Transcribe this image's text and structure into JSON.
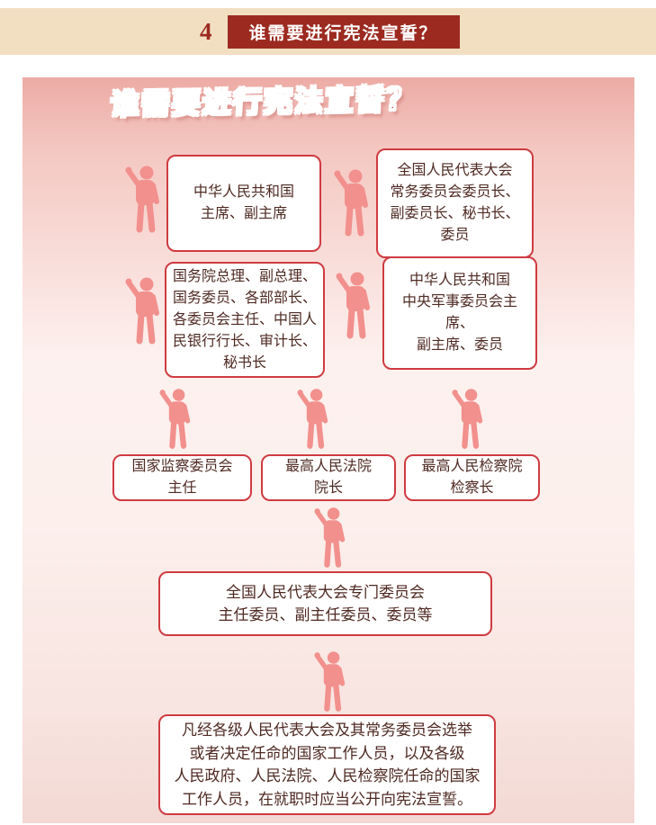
{
  "header": {
    "number": "4",
    "title": "谁需要进行宪法宣誓？"
  },
  "poster": {
    "title": "谁需要进行宪法宣誓？",
    "boxes": {
      "president": "中华人民共和国\n主席、副主席",
      "npc_standing_committee": "全国人民代表大会\n常务委员会委员长、\n副委员长、秘书长、\n委员",
      "state_council": "国务院总理、副总理、\n国务委员、各部部长、\n各委员会主任、中国人\n民银行行长、审计长、\n秘书长",
      "central_military_commission": "中华人民共和国\n中央军事委员会主席、\n副主席、委员",
      "supervisory_commission": "国家监察委员会\n主任",
      "supreme_court": "最高人民法院\n院长",
      "supreme_procuratorate": "最高人民检察院\n检察长",
      "special_committees": "全国人民代表大会专门委员会\n主任委员、副主任委员、委员等",
      "general_rule": "凡经各级人民代表大会及其常务委员会选举\n或者决定任命的国家工作人员，以及各级\n人民政府、人民法院、人民检察院任命的国家\n工作人员，在就职时应当公开向宪法宣誓。"
    },
    "colors": {
      "accent_dark_red": "#9c2a20",
      "box_border_red": "#cf3b41",
      "figure_pink": "#f2908d",
      "header_tan": "#f2dfc2"
    }
  }
}
